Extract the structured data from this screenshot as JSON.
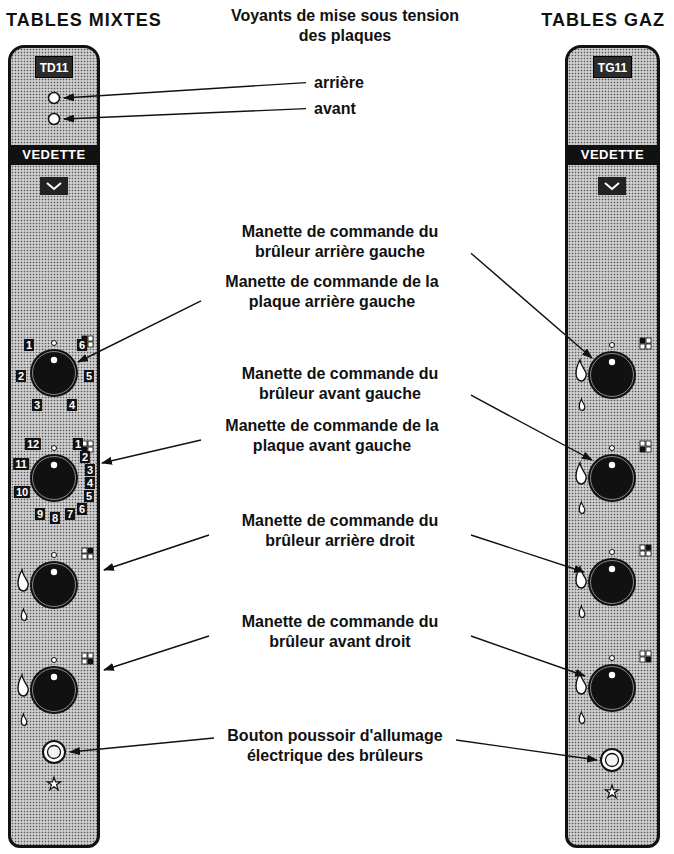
{
  "diagram": {
    "nodes": [
      {
        "text": [
          "TABLES MIXTES"
        ]
      },
      {
        "text": [
          "TD11"
        ],
        "in": 0
      },
      {
        "text": [
          "VEDETTE"
        ],
        "in": 0
      },
      {
        "text": [
          "TABLES GAZ"
        ]
      },
      {
        "text": [
          "TG11"
        ],
        "in": 3
      },
      {
        "text": [
          "VEDETTE"
        ],
        "in": 3
      }
    ],
    "labels": [
      "Voyants de mise sous tension des plaques",
      "arrière",
      "avant",
      "Manette de commande du brûleur arrière gauche",
      "Manette de commande de la plaque arrière gauche",
      "1",
      "6",
      "2",
      "5",
      "3",
      "4",
      "Manette de commande du brûleur avant gauche",
      "Manette de commande de la plaque avant gauche",
      "12",
      "1",
      "2",
      "11",
      "3",
      "4",
      "10",
      "5",
      "6",
      "9",
      "8",
      "7",
      "Manette de commande du brûleur arrière droit",
      "Manette de commande du brûleur avant droit",
      "Bouton poussoir d'allumage électrique des brûleurs"
    ]
  }
}
